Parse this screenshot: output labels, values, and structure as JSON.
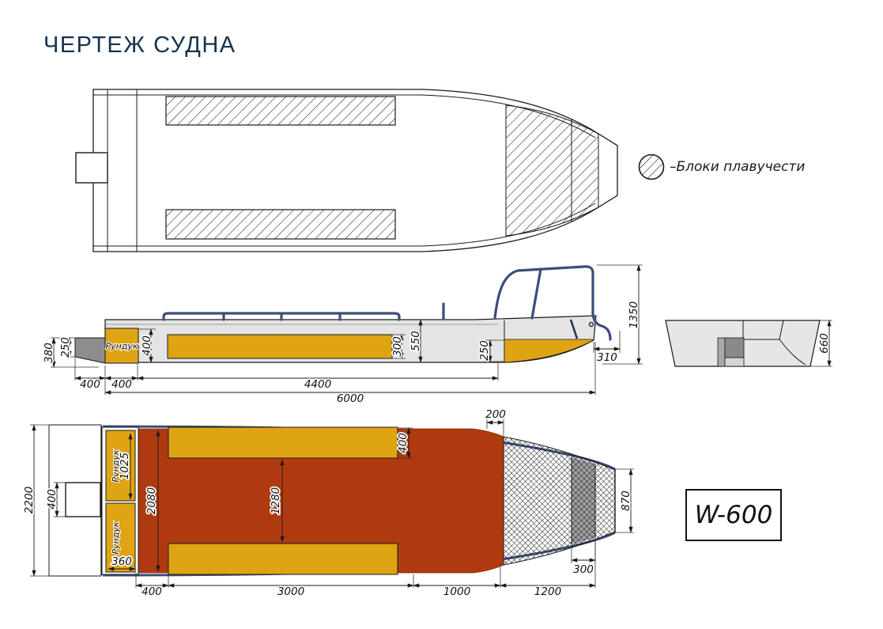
{
  "page": {
    "title": "ЧЕРТЕЖ СУДНА"
  },
  "legend": {
    "label": "–Блоки плавучести",
    "icon": "hatched-circle-icon"
  },
  "model_badge": {
    "label": "W-600"
  },
  "labels": {
    "locker": "Рундук"
  },
  "colors": {
    "title": "#16324e",
    "line": "#1a1a1a",
    "hull_gray": "#e4e4e4",
    "bracket_gray": "#8e8e8e",
    "bench_orange": "#dfa414",
    "deck_red": "#b03a10",
    "rail_blue": "#3c4d7a",
    "bow_band_gray": "#9f9f9f"
  },
  "side_view": {
    "dims": {
      "transom_height": "380",
      "bracket_height": "250",
      "locker_height": "400",
      "bracket_width": "400",
      "locker_width": "400",
      "cockpit_length": "4400",
      "overall_length": "6000",
      "bench_height": "300",
      "depth": "550",
      "bow_step": "250",
      "overall_height": "1350",
      "bow_overhang": "310"
    }
  },
  "section_view": {
    "dims": {
      "transom_depth": "660"
    }
  },
  "deck_view": {
    "dims": {
      "beam": "2200",
      "bracket": "400",
      "locker_length": "1025",
      "locker_width": "360",
      "stern_floor": "2080",
      "mid_floor": "1280",
      "bench_width": "400",
      "gunwale_gap": "200",
      "bow_width": "870",
      "band_width": "300",
      "chain_400": "400",
      "chain_3000": "3000",
      "chain_1000": "1000",
      "chain_1200": "1200"
    }
  }
}
